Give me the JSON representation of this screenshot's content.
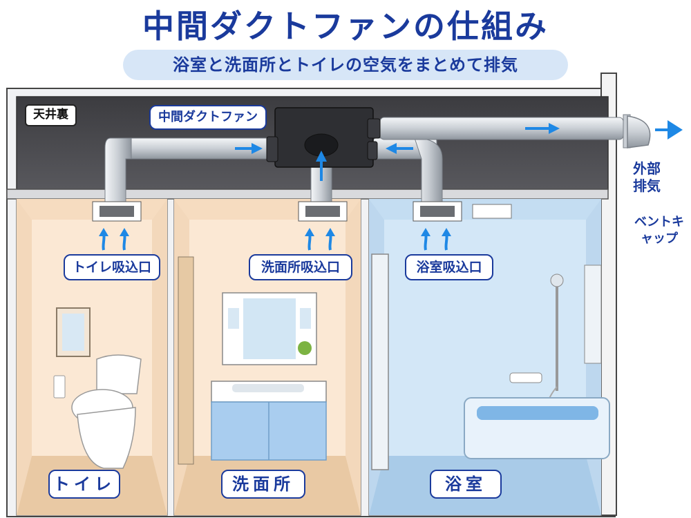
{
  "title": "中間ダクトファンの仕組み",
  "subtitle": "浴室と洗面所とトイレの空気をまとめて排気",
  "labels": {
    "ceiling_space": "天井裏",
    "duct_fan": "中間ダクトファン",
    "outdoor_exhaust": "外部排気",
    "vent_cap": "ベントキャップ",
    "toilet_intake": "トイレ吸込口",
    "washroom_intake": "洗面所吸込口",
    "bathroom_intake": "浴室吸込口",
    "toilet": "トイレ",
    "washroom": "洗面所",
    "bathroom": "浴室"
  },
  "colors": {
    "accent": "#1a3a9c",
    "airflow": "#1e88e5",
    "ceiling": "#4a4a4e",
    "toilet_wall": "#fbe8d4",
    "washroom_wall": "#fbe8d4",
    "bathroom_wall": "#d3e7f7"
  }
}
